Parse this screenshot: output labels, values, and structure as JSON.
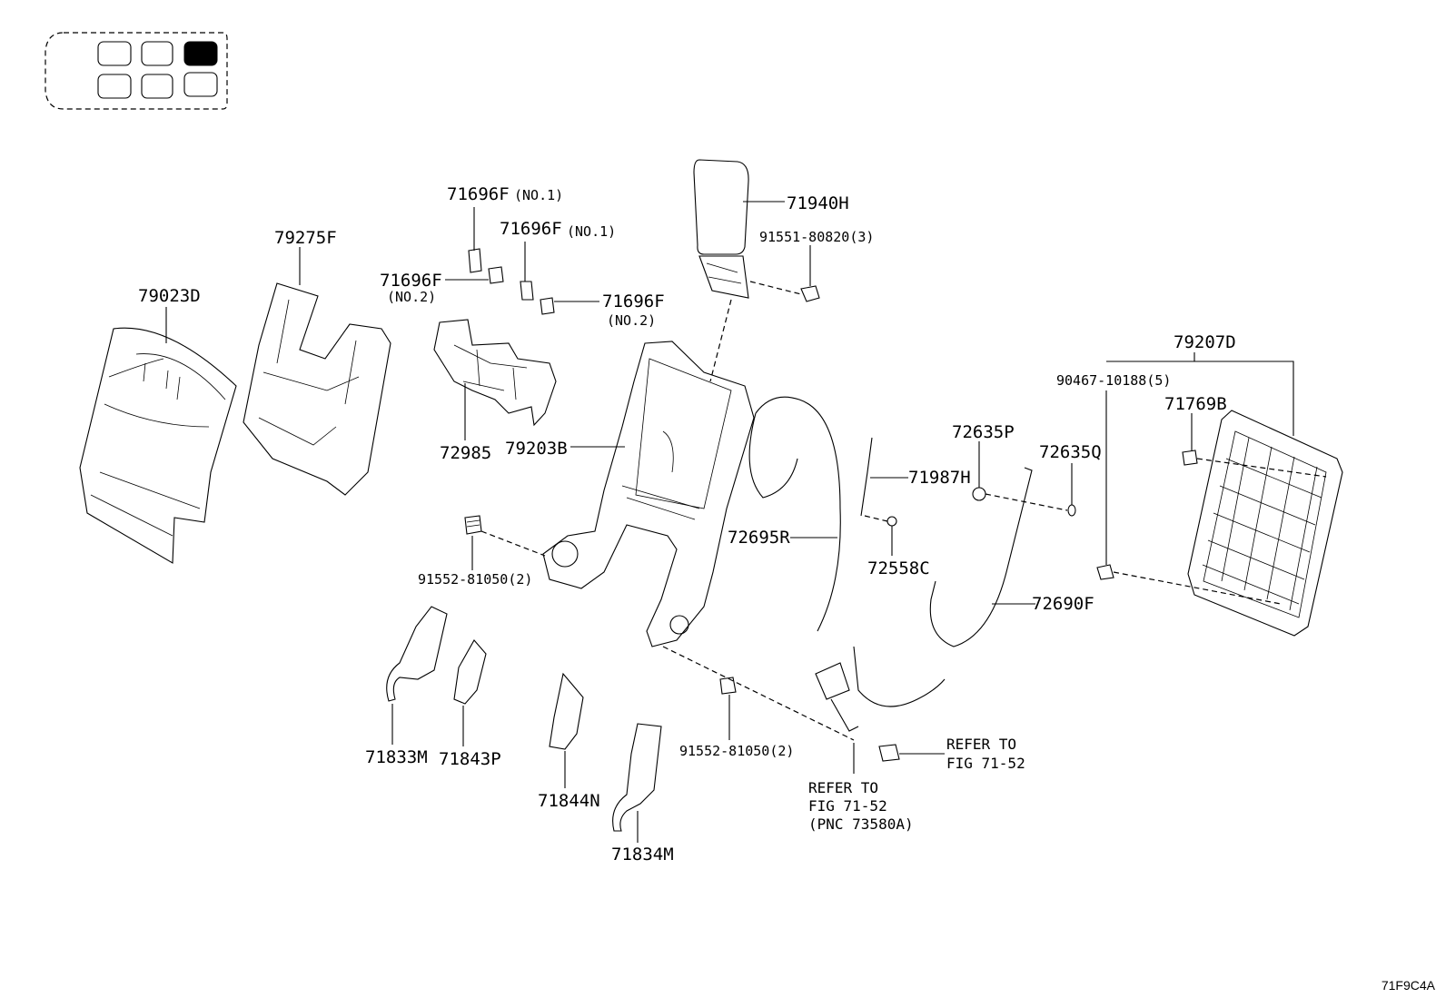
{
  "locator": {
    "selected_index": 2
  },
  "labels": {
    "p79023D": "79023D",
    "p79275F": "79275F",
    "p71696F_a": "71696F",
    "p71696F_a_note": "(NO.1)",
    "p71696F_b": "71696F",
    "p71696F_b_note": "(NO.1)",
    "p71696F_c": "71696F",
    "p71696F_c_note": "(NO.2)",
    "p71696F_d": "71696F",
    "p71696F_d_note": "(NO.2)",
    "p72985": "72985",
    "p79203B": "79203B",
    "p71940H": "71940H",
    "p91551": "91551-80820(3)",
    "p91552_a": "91552-81050(2)",
    "p91552_b": "91552-81050(2)",
    "p79207D": "79207D",
    "p90467": "90467-10188(5)",
    "p71769B": "71769B",
    "p72635P": "72635P",
    "p72635Q": "72635Q",
    "p71987H": "71987H",
    "p72695R": "72695R",
    "p72558C": "72558C",
    "p72690F": "72690F",
    "p71833M": "71833M",
    "p71843P": "71843P",
    "p71844N": "71844N",
    "p71834M": "71834M",
    "ref1_line1": "REFER TO",
    "ref1_line2": "FIG 71-52",
    "ref2_line1": "REFER TO",
    "ref2_line2": "FIG 71-52",
    "ref2_line3": "(PNC 73580A)"
  },
  "diagram_id": "71F9C4A"
}
